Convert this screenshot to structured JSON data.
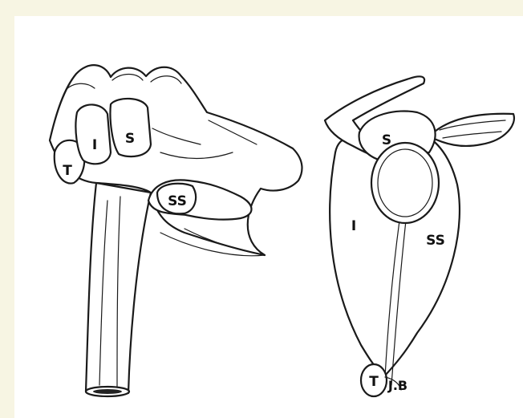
{
  "background_color": "#f7f5e3",
  "left_drawing": {
    "labels": {
      "finger_t": "T",
      "finger_i": "I",
      "finger_s": "S",
      "thumb_ss": "SS"
    }
  },
  "right_drawing": {
    "labels": {
      "region_s": "S",
      "region_i": "I",
      "region_ss": "SS",
      "region_t": "T"
    },
    "signature_text": "J.B"
  }
}
